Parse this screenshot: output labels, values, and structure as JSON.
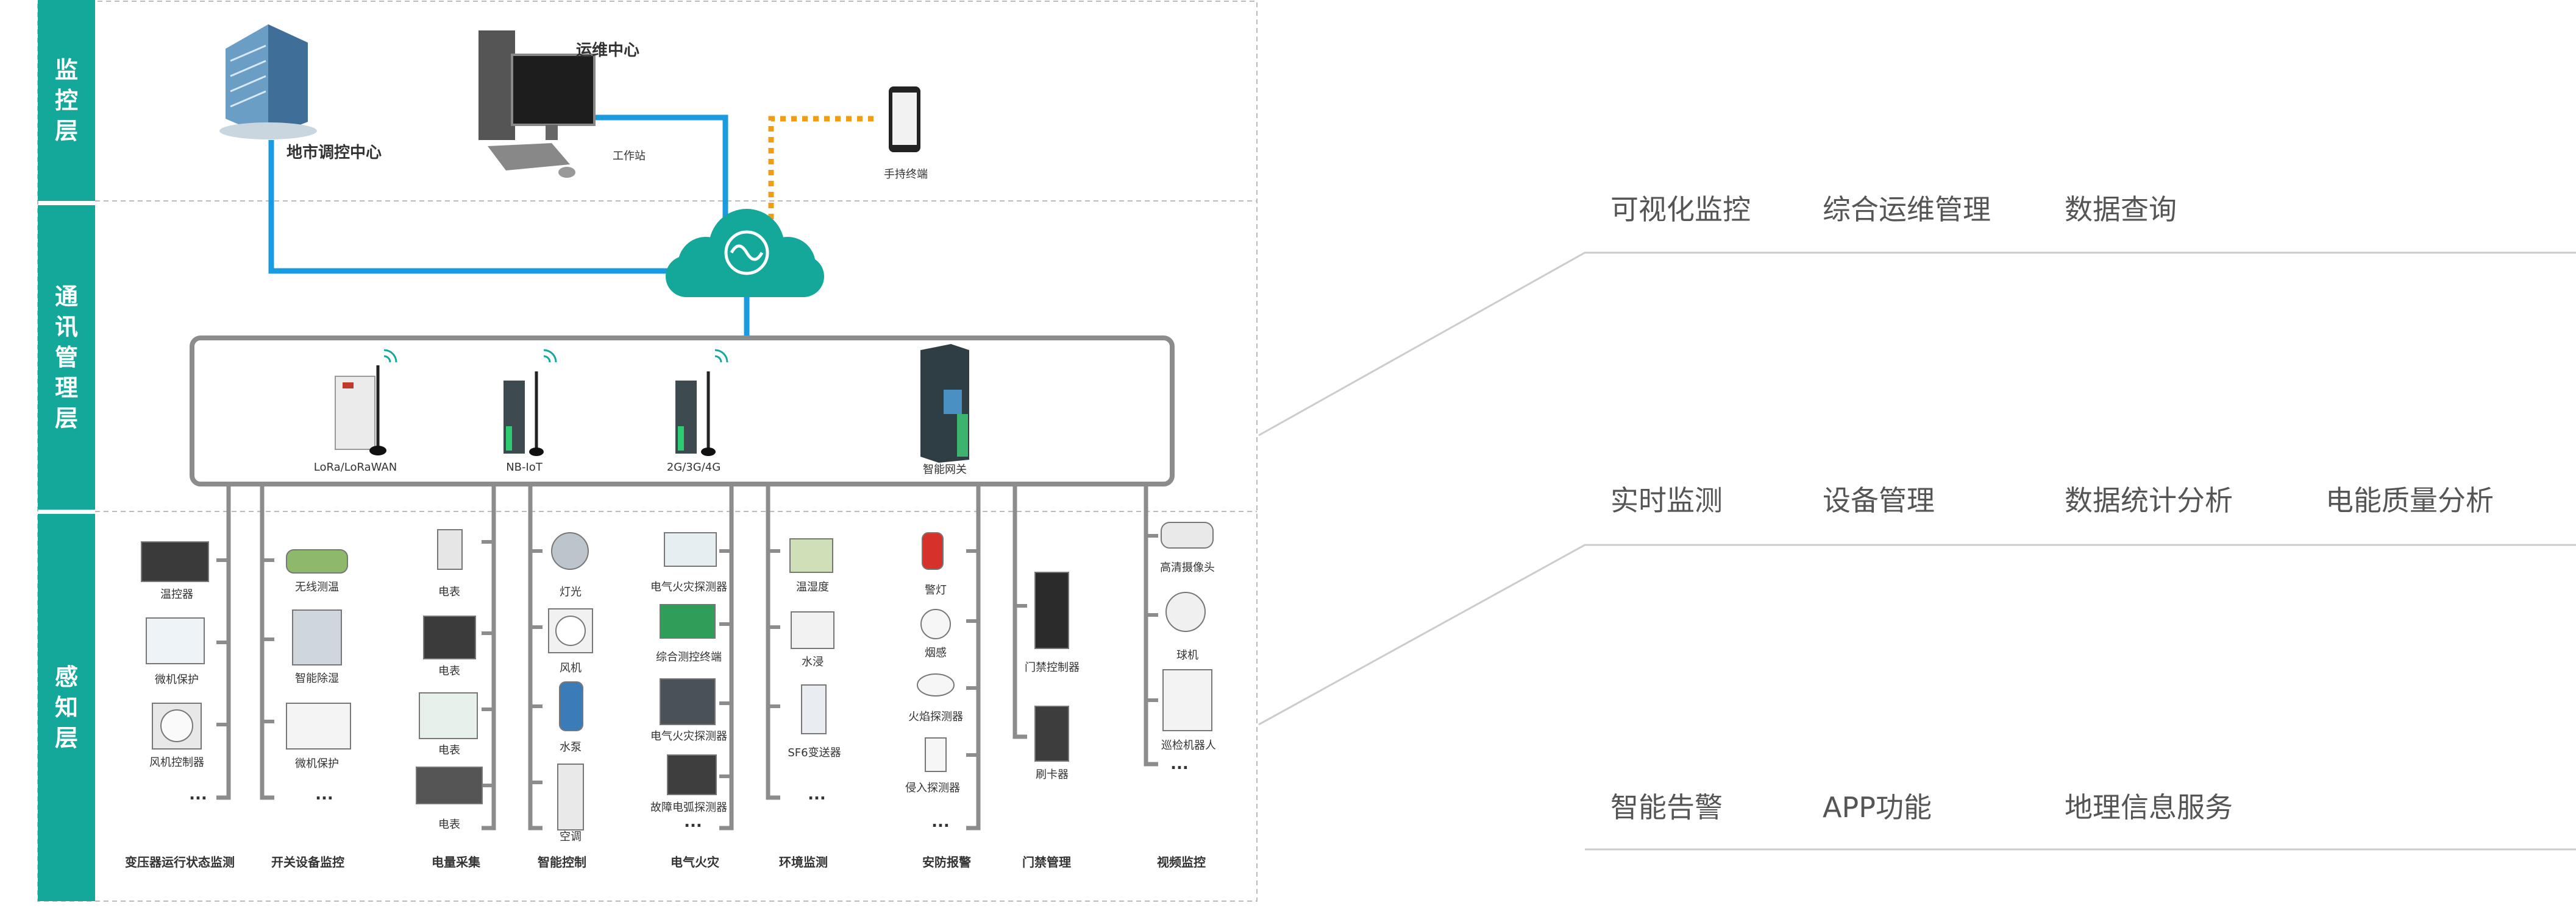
{
  "layers": {
    "monitor": [
      "监",
      "控",
      "层"
    ],
    "comm": [
      "通",
      "讯",
      "管",
      "理",
      "层"
    ],
    "sense": [
      "感",
      "知",
      "层"
    ]
  },
  "top": {
    "city_center": "地市调控中心",
    "ops_center": "运维中心",
    "workstation": "工作站",
    "handheld": "手持终端"
  },
  "gateways": [
    "LoRa/LoRaWAN",
    "NB-IoT",
    "2G/3G/4G",
    "智能网关"
  ],
  "columns": [
    {
      "category": "变压器运行状态监测",
      "items": [
        "温控器",
        "微机保护",
        "风机控制器",
        "..."
      ]
    },
    {
      "category": "开关设备监控",
      "items": [
        "无线测温",
        "智能除湿",
        "微机保护",
        "..."
      ]
    },
    {
      "category": "电量采集",
      "items": [
        "电表",
        "电表",
        "电表",
        "电表"
      ]
    },
    {
      "category": "智能控制",
      "items": [
        "灯光",
        "风机",
        "水泵",
        "空调"
      ]
    },
    {
      "category": "电气火灾",
      "items": [
        "电气火灾探测器",
        "综合测控终端",
        "电气火灾探测器",
        "故障电弧探测器",
        "..."
      ]
    },
    {
      "category": "环境监测",
      "items": [
        "温湿度",
        "水浸",
        "SF6变送器",
        "..."
      ]
    },
    {
      "category": "安防报警",
      "items": [
        "警灯",
        "烟感",
        "火焰探测器",
        "侵入探测器",
        "..."
      ]
    },
    {
      "category": "门禁管理",
      "items": [
        "门禁控制器",
        "刷卡器"
      ]
    },
    {
      "category": "视频监控",
      "items": [
        "高清摄像头",
        "球机",
        "巡检机器人",
        "..."
      ]
    }
  ],
  "functions": {
    "row1": [
      "可视化监控",
      "综合运维管理",
      "数据查询"
    ],
    "row2": [
      "实时监测",
      "设备管理",
      "数据统计分析",
      "电能质量分析"
    ],
    "row3": [
      "智能告警",
      "APP功能",
      "地理信息服务"
    ]
  },
  "colors": {
    "teal": "#13a89a",
    "blue": "#1a9be0",
    "orange": "#f39c12",
    "gray": "#8c8c8c"
  }
}
